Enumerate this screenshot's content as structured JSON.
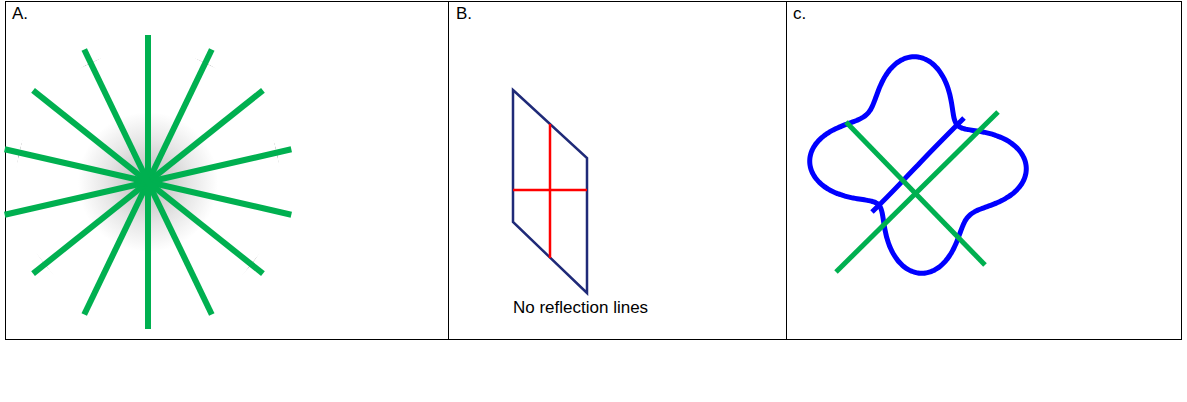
{
  "diagram": {
    "labels": [
      "A.",
      "B.",
      "No reflection lines",
      "c."
    ]
  }
}
